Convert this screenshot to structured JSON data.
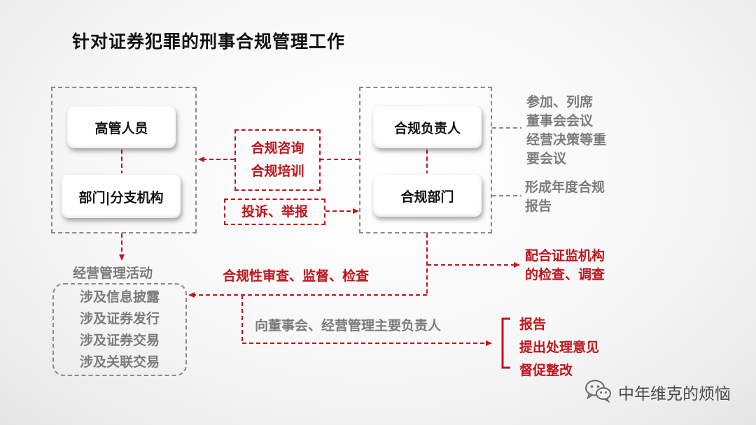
{
  "title": "针对证券犯罪的刑事合规管理工作",
  "left_group": {
    "node_top": "高管人员",
    "node_bottom": "部门|分支机构"
  },
  "right_group": {
    "node_top": "合规负责人",
    "node_bottom": "合规部门"
  },
  "consult_box": {
    "line1": "合规咨询",
    "line2": "合规培训"
  },
  "complaint_box": "投诉、举报",
  "right_notes": {
    "meetings": [
      "参加、列席",
      "董事会会议",
      "经营决策等重",
      "要会议"
    ],
    "annual_report": [
      "形成年度合规",
      "报告"
    ]
  },
  "regulator_note": [
    "配合证监机构",
    "的检查、调查"
  ],
  "review_label": "合规性审查、监督、检查",
  "activities": {
    "heading": "经营管理活动",
    "items": [
      "涉及信息披露",
      "涉及证券发行",
      "涉及证券交易",
      "涉及关联交易"
    ]
  },
  "report_to_label": "向董事会、经营管理主要负责人",
  "outcomes": [
    "报告",
    "提出处理意见",
    "督促整改"
  ],
  "watermark": "中年维克的烦恼",
  "colors": {
    "accent_red": "#c0141c",
    "gray": "#8a8a8a"
  }
}
